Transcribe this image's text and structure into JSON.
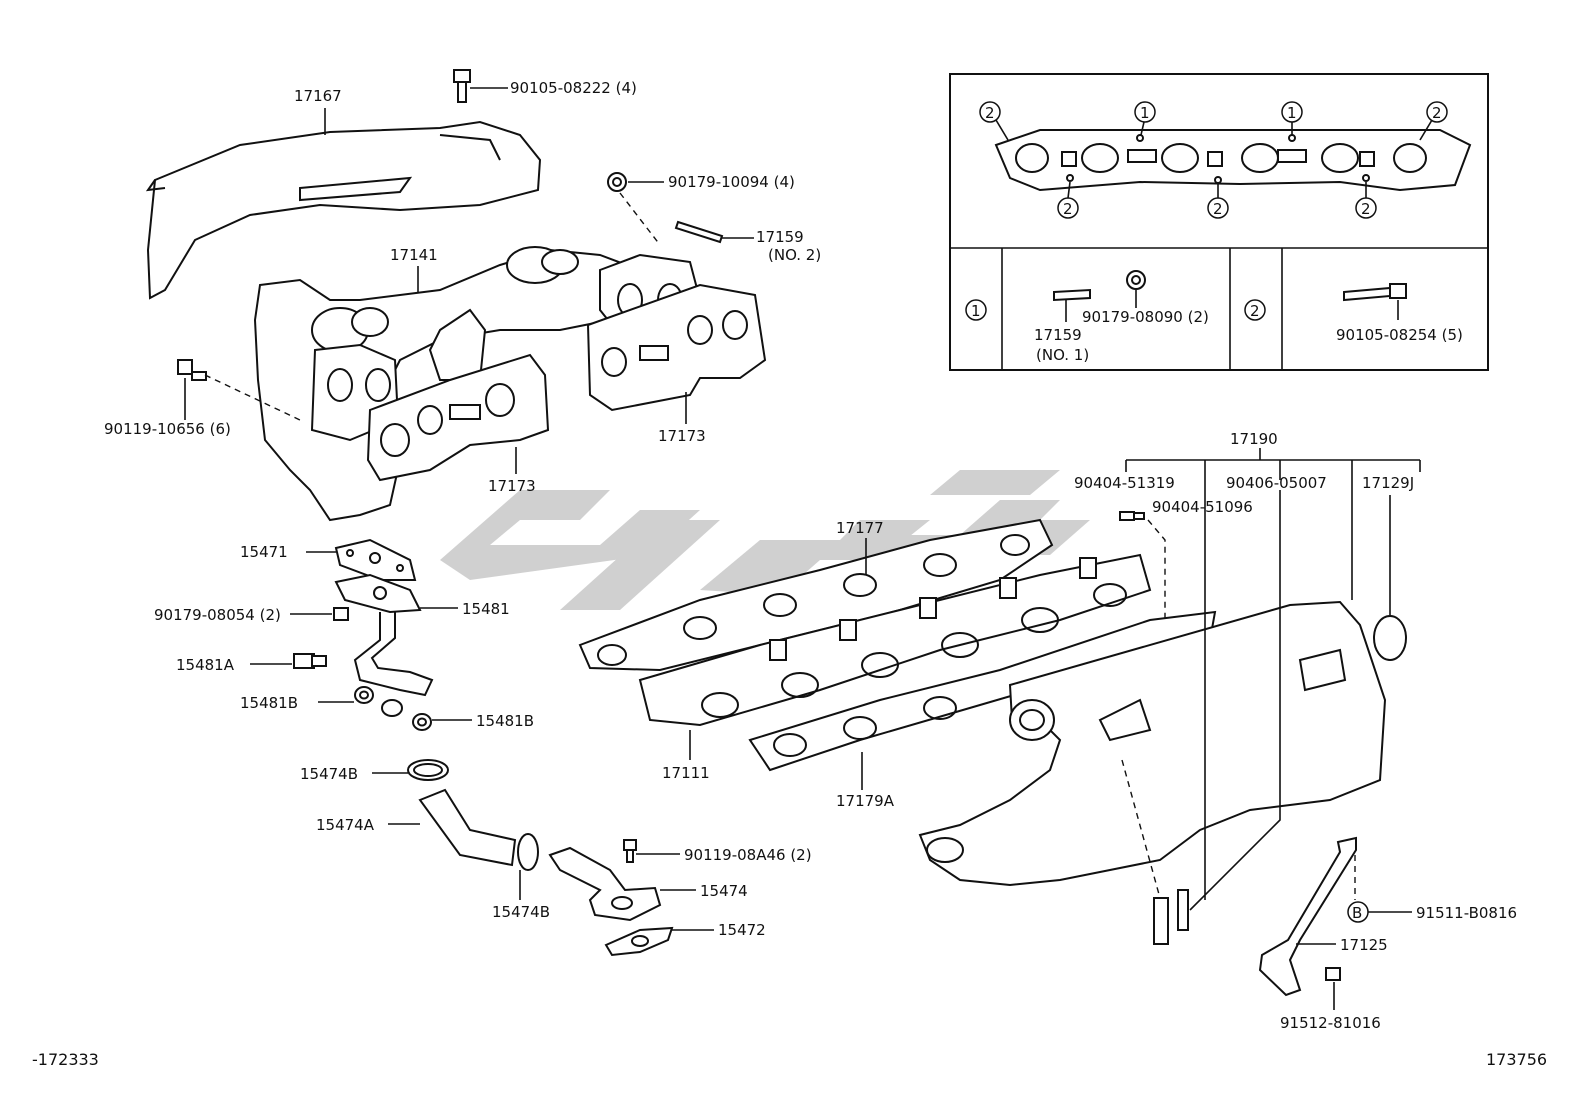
{
  "watermark_color": "#c8c8c8",
  "corner_left": "-172333",
  "corner_right": "173756",
  "labels": {
    "p17167": "17167",
    "p90105_08222": "90105-08222 (4)",
    "p90179_10094": "90179-10094 (4)",
    "p17159": "17159",
    "p17159_no2": "(NO. 2)",
    "p17141": "17141",
    "p90119_10656": "90119-10656 (6)",
    "p17173a": "17173",
    "p17173b": "17173",
    "p15471": "15471",
    "p15481": "15481",
    "p90179_08054": "90179-08054 (2)",
    "p15481A": "15481A",
    "p15481B_l": "15481B",
    "p15481B_r": "15481B",
    "p15474B_top": "15474B",
    "p15474A": "15474A",
    "p90119_08A46": "90119-08A46 (2)",
    "p15474": "15474",
    "p15474B_bot": "15474B",
    "p15472": "15472",
    "p17177": "17177",
    "p17111": "17111",
    "p17179A": "17179A",
    "p17190": "17190",
    "p90404_51319": "90404-51319",
    "p90404_51096": "90404-51096",
    "p90406_05007": "90406-05007",
    "p17129J": "17129J",
    "p91511_B0816": "91511-B0816",
    "p17125": "17125",
    "p91512_81016": "91512-81016",
    "circleB": "B"
  },
  "inset": {
    "marker1": "1",
    "marker2": "2",
    "p17159_no1": "17159",
    "no1": "(NO. 1)",
    "p90179_08090": "90179-08090 (2)",
    "p90105_08254": "90105-08254 (5)"
  }
}
